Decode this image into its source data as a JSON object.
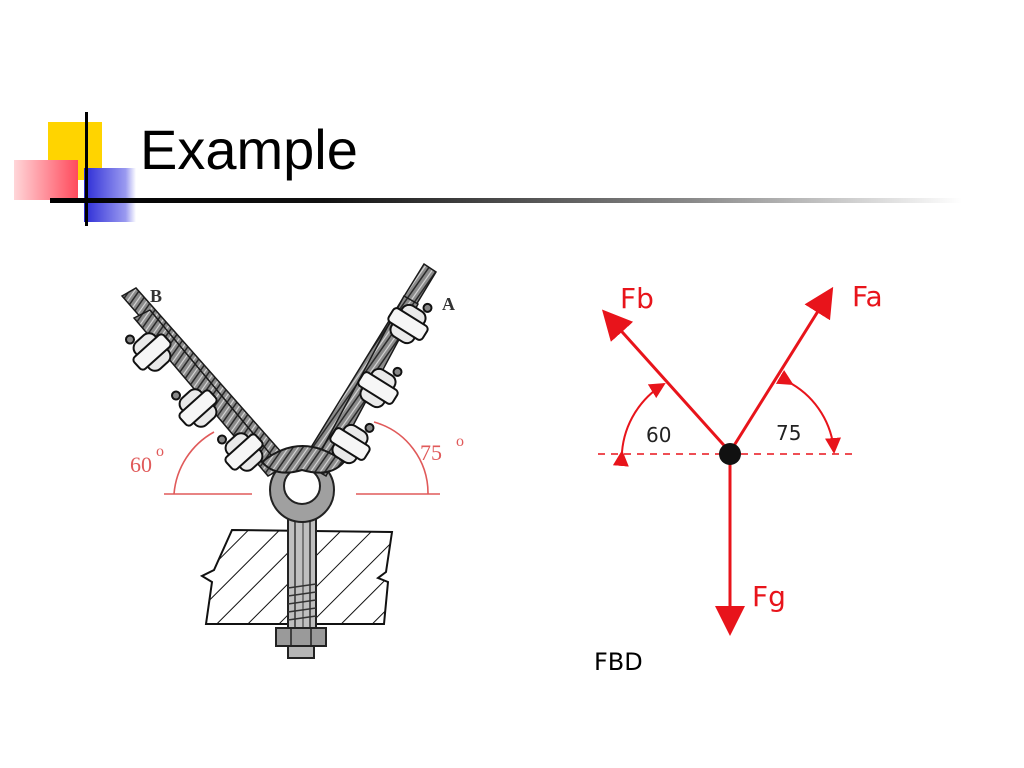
{
  "slide": {
    "title": "Example"
  },
  "illustration": {
    "label_b": "B",
    "label_a": "A",
    "angle_left": "60",
    "angle_right": "75",
    "degree_mark": "o"
  },
  "fbd": {
    "force_b": "Fb",
    "force_a": "Fa",
    "force_g": "Fg",
    "angle_left": "60",
    "angle_right": "75",
    "caption": "FBD"
  },
  "colors": {
    "force": "#e8141b",
    "angle_text": "#e05a5a",
    "accent_yellow": "#ffd400",
    "accent_blue": "#2b2bd6",
    "accent_red": "#ff4a5c"
  }
}
